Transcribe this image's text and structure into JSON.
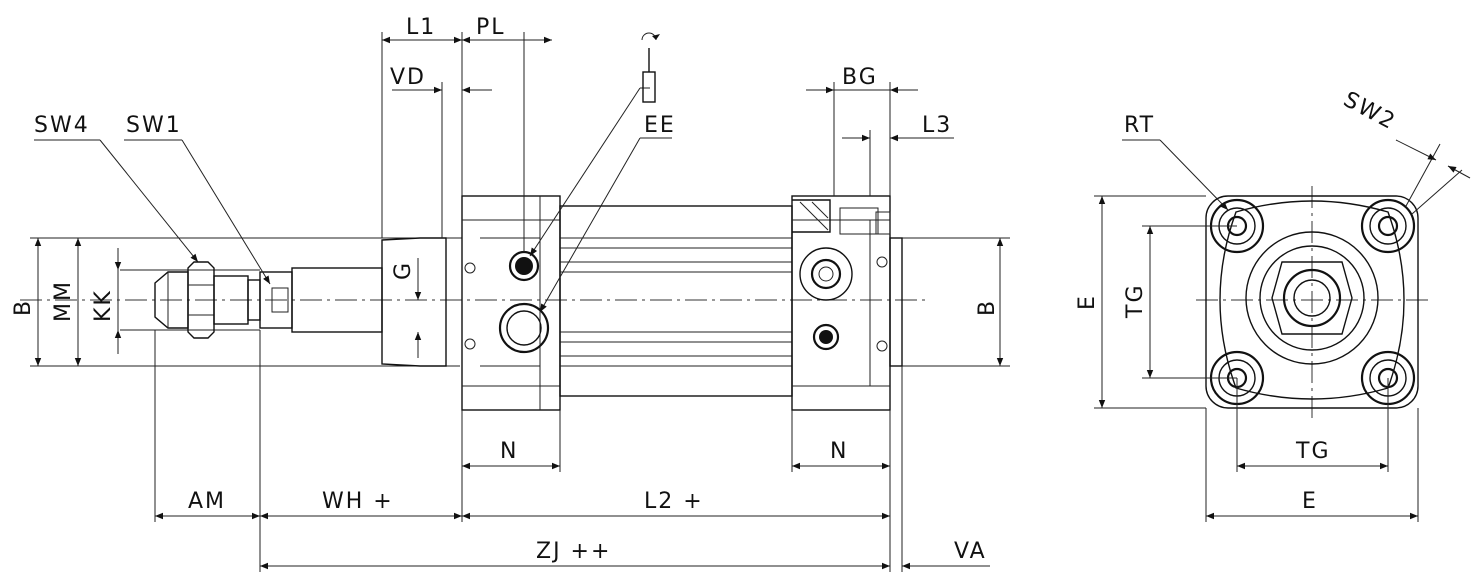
{
  "labels": {
    "l1": "L1",
    "pl": "PL",
    "vd": "VD",
    "bg": "BG",
    "l3": "L3",
    "ee": "EE",
    "sw4": "SW4",
    "sw1": "SW1",
    "g": "G",
    "b_left": "B",
    "mm": "MM",
    "kk": "KK",
    "b_right": "B",
    "n_left": "N",
    "n_right": "N",
    "am": "AM",
    "wh": "WH +",
    "l2": "L2 +",
    "zj": "ZJ ++",
    "va": "VA",
    "rt": "RT",
    "sw2": "SW2",
    "e_vert": "E",
    "tg_vert": "TG",
    "tg_horiz": "TG",
    "e_horiz": "E"
  }
}
